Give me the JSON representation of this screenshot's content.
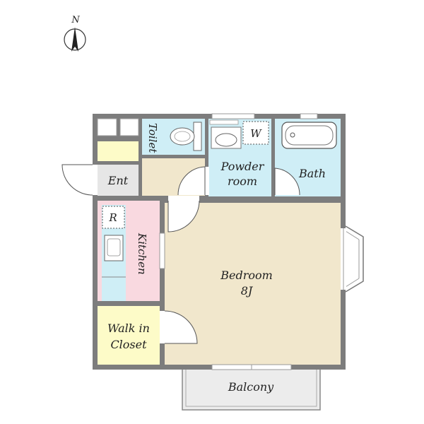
{
  "compass": {
    "north_label": "N"
  },
  "rooms": {
    "toilet": "Toilet",
    "washer": "W",
    "powder_room_line1": "Powder",
    "powder_room_line2": "room",
    "bath": "Bath",
    "entrance": "Ent",
    "refrigerator": "R",
    "kitchen": "Kitchen",
    "bedroom": "Bedroom",
    "bedroom_size": "8J",
    "walk_in_closet_line1": "Walk in",
    "walk_in_closet_line2": "Closet",
    "balcony": "Balcony"
  },
  "colors": {
    "wall": "#7d7d7d",
    "wet_area": "#cfeef6",
    "floor": "#f1e7cc",
    "kitchen": "#f9d9e0",
    "closet": "#fdfbc8",
    "entrance": "#e6e6e6",
    "balcony": "#ececec"
  }
}
